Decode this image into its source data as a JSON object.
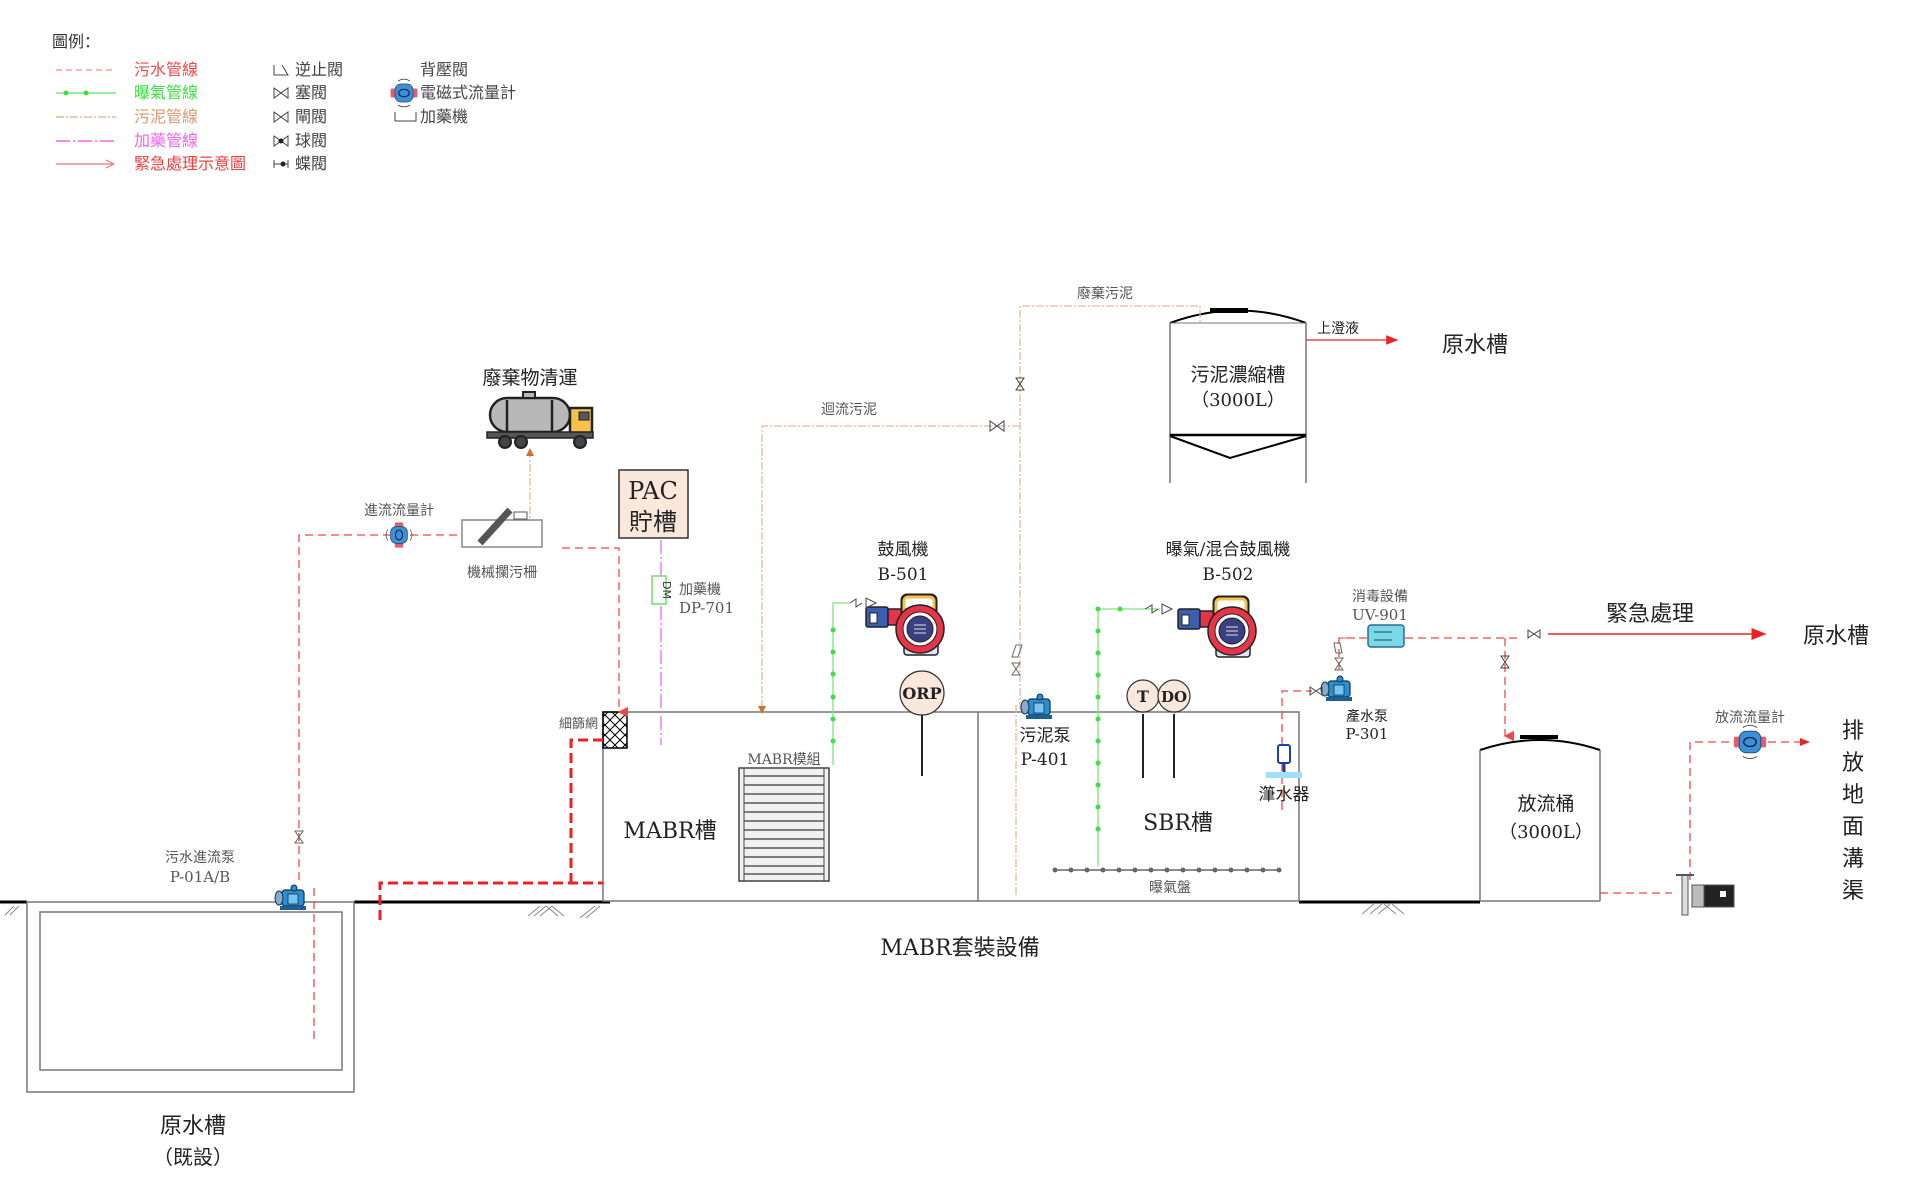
{
  "legend": {
    "title": "圖例：",
    "lines": [
      {
        "label": "污水管線",
        "color": "#f04848",
        "style": "dashed"
      },
      {
        "label": "曝氣管線",
        "color": "#3ee03e",
        "style": "dotted-node"
      },
      {
        "label": "污泥管線",
        "color": "#d89870",
        "style": "dash-dot"
      },
      {
        "label": "加藥管線",
        "color": "#ee66ee",
        "style": "dash-dot"
      },
      {
        "label": "緊急處理示意圖",
        "color": "#f03030",
        "style": "arrow"
      }
    ],
    "valves": [
      {
        "label": "逆止閥",
        "icon": "check-valve-icon"
      },
      {
        "label": "塞閥",
        "icon": "plug-valve-icon"
      },
      {
        "label": "閘閥",
        "icon": "gate-valve-icon"
      },
      {
        "label": "球閥",
        "icon": "ball-valve-icon"
      },
      {
        "label": "蝶閥",
        "icon": "butterfly-valve-icon"
      }
    ],
    "others": [
      {
        "label": "背壓閥",
        "icon": "back-pressure-valve-icon"
      },
      {
        "label": "電磁式流量計",
        "icon": "electromagnetic-flowmeter-icon"
      },
      {
        "label": "加藥機",
        "icon": "dosing-machine-icon"
      }
    ]
  },
  "labels": {
    "waste_removal": "廢棄物清運",
    "inflow_meter": "進流流量計",
    "screen": "機械攔污柵",
    "pac_line1": "PAC",
    "pac_line2": "貯槽",
    "dosing_name": "加藥機",
    "dosing_id": "DP-701",
    "dm": "DM",
    "fine_screen": "細篩網",
    "waste_sludge": "廢棄污泥",
    "return_sludge": "迴流污泥",
    "sludge_tank_name": "污泥濃縮槽",
    "sludge_tank_cap": "（3000L）",
    "supernatant": "上澄液",
    "to_raw_tank_1": "原水槽",
    "blower1_name": "鼓風機",
    "blower1_id": "B-501",
    "blower2_name": "曝氣/混合鼓風機",
    "blower2_id": "B-502",
    "orp": "ORP",
    "t": "T",
    "do": "DO",
    "sludge_pump_name": "污泥泵",
    "sludge_pump_id": "P-401",
    "mabr_module": "MABR模組",
    "mabr_tank": "MABR槽",
    "sbr_tank": "SBR槽",
    "decanter": "潷水器",
    "aeration_disc": "曝氣盤",
    "uv_name": "消毒設備",
    "uv_id": "UV-901",
    "product_pump_name": "產水泵",
    "product_pump_id": "P-301",
    "emergency": "緊急處理",
    "to_raw_tank_2": "原水槽",
    "effluent_tank_name": "放流桶",
    "effluent_tank_cap": "（3000L）",
    "effluent_meter": "放流流量計",
    "discharge": [
      "排",
      "放",
      "地",
      "面",
      "溝",
      "渠"
    ],
    "inflow_pump_name": "污水進流泵",
    "inflow_pump_id": "P-01A/B",
    "package": "MABR套裝設備",
    "raw_tank_name": "原水槽",
    "raw_tank_note": "（既設）"
  },
  "colors": {
    "sewage": "#f04848",
    "air": "#3ee03e",
    "sludge": "#d89870",
    "chemical": "#ee66ee",
    "emergency": "#f02020",
    "tank_line": "#777777",
    "instrument_fill": "#fbe8dc",
    "pump_blue": "#2b8fd6"
  }
}
